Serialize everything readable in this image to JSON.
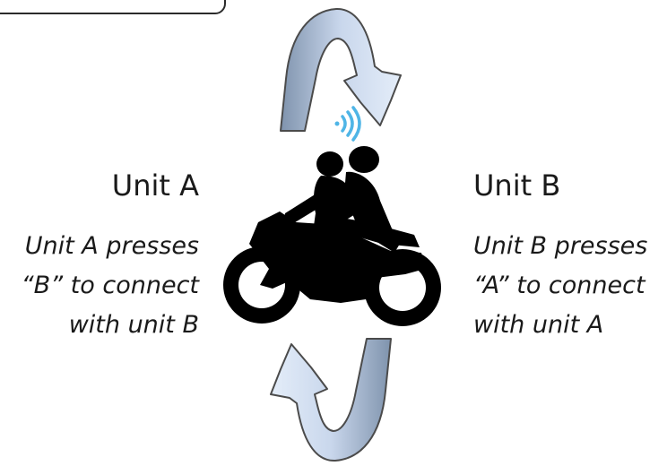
{
  "unit_a": {
    "title": "Unit A",
    "lines": [
      "Unit A presses",
      "“B” to connect",
      "with unit B"
    ]
  },
  "unit_b": {
    "title": "Unit B",
    "lines": [
      "Unit B presses",
      "“A” to connect",
      "with unit A"
    ]
  },
  "icons": [
    "motorcycle-riders-icon",
    "wireless-signal-icon",
    "cycle-arrow-top-icon",
    "cycle-arrow-bottom-icon"
  ],
  "colors": {
    "arrow_light": "#dde8f7",
    "arrow_dark": "#7f93ad",
    "outline": "#4b4b4b",
    "signal": "#4fb5e6"
  }
}
